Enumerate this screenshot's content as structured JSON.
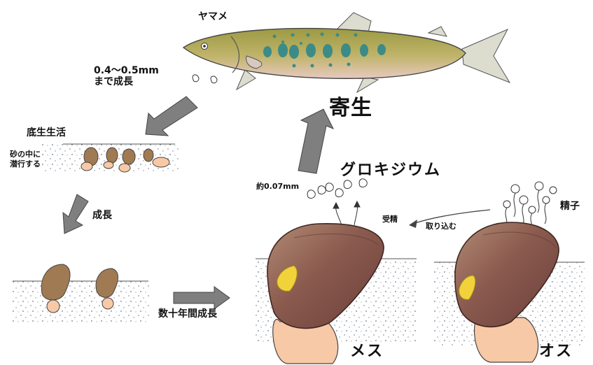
{
  "labels": {
    "yamame": "ヤマメ",
    "size_note_line1": "0.4～0.5mm",
    "size_note_line2": "まで成長",
    "benthic_life": "底生生活",
    "in_sand_line1": "砂の中に",
    "in_sand_line2": "潜行する",
    "growth": "成長",
    "decades_growth": "数十年間成長",
    "parasitism": "寄生",
    "glochidium": "グロキジウム",
    "glochidium_size": "約0.07mm",
    "oviduct": "受精",
    "intake": "取り込む",
    "sperm": "精子",
    "female": "メス",
    "male": "オス"
  },
  "colors": {
    "fish_body": "#b5ad5c",
    "fish_spots": "#3c8b86",
    "shell": "#8a5a4e",
    "foot": "#f7c9a6",
    "gonad": "#f2d23a",
    "arrow": "#7f7f7f",
    "sand_dots": "#6e7a8a"
  }
}
